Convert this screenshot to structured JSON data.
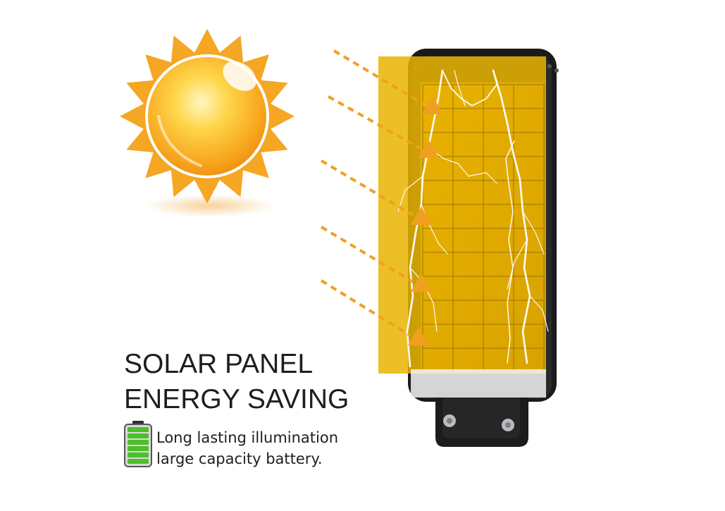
{
  "headline": {
    "line1": "SOLAR PANEL",
    "line2": "ENERGY SAVING"
  },
  "feature": {
    "line1": "Long lasting illumination",
    "line2": "large capacity battery."
  },
  "icons": {
    "sun": "sun-icon",
    "battery": "battery-icon",
    "energy_arrow": "arrow-icon"
  },
  "colors": {
    "sun_orange": "#f5a623",
    "panel_overlay": "#e9b200",
    "arrow": "#f0a020",
    "battery_green": "#4cbf2a",
    "text": "#1e1e1e",
    "lamp_body": "#1a1a1a"
  },
  "battery_level": 1.0
}
